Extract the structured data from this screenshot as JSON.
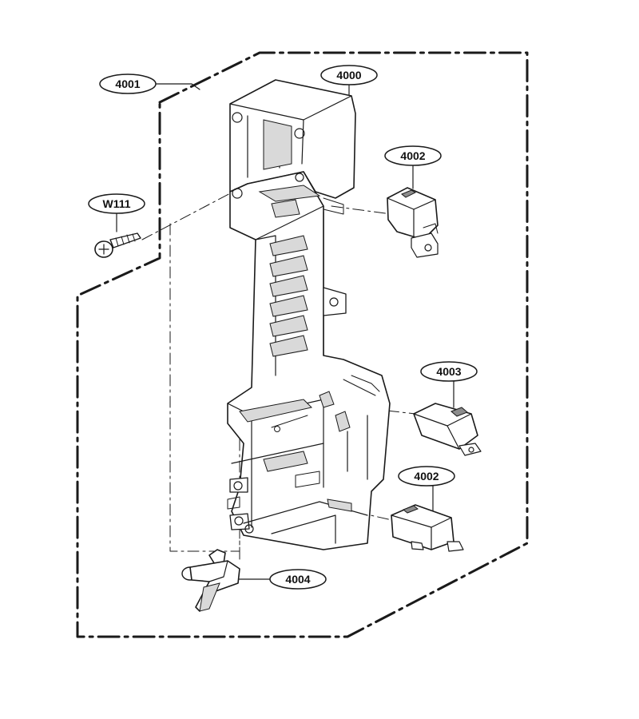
{
  "callouts": {
    "frame_assembly": "4001",
    "latch_board": "4000",
    "switch_upper": "4002",
    "switch_lower": "4002",
    "switch_middle": "4003",
    "lever": "4004",
    "screw": "W111"
  },
  "colors": {
    "line": "#1a1a1a",
    "shade": "#d9d9d9",
    "dark": "#8c8c8c",
    "background": "#ffffff"
  }
}
